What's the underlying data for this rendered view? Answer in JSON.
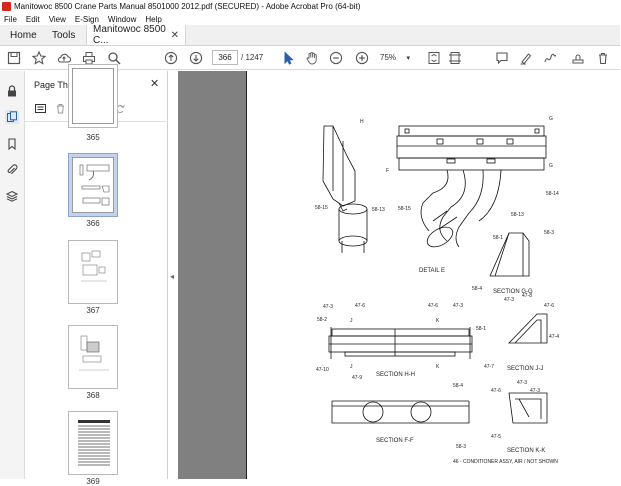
{
  "window": {
    "title": "Manitowoc 8500 Crane Parts Manual 8501000 2012.pdf (SECURED) - Adobe Acrobat Pro (64-bit)"
  },
  "menu": [
    "File",
    "Edit",
    "View",
    "E-Sign",
    "Window",
    "Help"
  ],
  "tabs": {
    "home": "Home",
    "tools": "Tools",
    "document": "Manitowoc 8500 C..."
  },
  "toolbar": {
    "page_current": "366",
    "page_total": "/ 1247",
    "zoom": "75%"
  },
  "thumbnails_panel": {
    "title": "Page Thumbnails",
    "thumbs": [
      {
        "label": "365",
        "selected": false
      },
      {
        "label": "366",
        "selected": true
      },
      {
        "label": "367",
        "selected": false
      },
      {
        "label": "368",
        "selected": false
      },
      {
        "label": "369",
        "selected": false
      }
    ]
  },
  "drawing": {
    "labels": {
      "h1": "H",
      "g1": "G",
      "g2": "G",
      "f1": "F",
      "n58_15a": "58-15",
      "n58_13a": "58-13",
      "n58_15b": "58-15",
      "n58_13b": "58-13",
      "n58_14": "58-14",
      "detail_e": "DETAIL E",
      "n58_1a": "58-1",
      "n58_3a": "58-3",
      "n58_4a": "58-4",
      "sec_gg": "SECTION G-G",
      "n47_3a": "47-3",
      "n47_6a": "47-6",
      "n47_6b": "47-6",
      "n47_3b": "47-3",
      "n58_2": "58-2",
      "j1": "J",
      "k1": "K",
      "n58_1b": "58-1",
      "n47_10": "47-10",
      "j2": "J",
      "k2": "K",
      "n47_9": "47-9",
      "sec_hh": "SECTION H-H",
      "n47_3c": "47-3",
      "n47_8": "47-8",
      "n47_6c": "47-6",
      "n47_4": "47-4",
      "n47_7": "47-7",
      "sec_jj": "SECTION J-J",
      "n58_4b": "58-4",
      "n58_3b": "58-3",
      "sec_ff": "SECTION F-F",
      "n47_6d": "47-6",
      "n47_3d": "47-3",
      "n47_3e": "47-3",
      "n47_5": "47-5",
      "sec_kk": "SECTION K-K",
      "caption": "46 - CONDITIONER ASSY, AIR / NOT SHOWN"
    }
  },
  "icons": {
    "save": "save-icon",
    "bookmark": "bookmark-star-icon",
    "upload": "cloud-upload-icon",
    "print": "print-icon",
    "search": "search-icon",
    "prev_page": "arrow-up-circle-icon",
    "next_page": "arrow-down-circle-icon"
  }
}
